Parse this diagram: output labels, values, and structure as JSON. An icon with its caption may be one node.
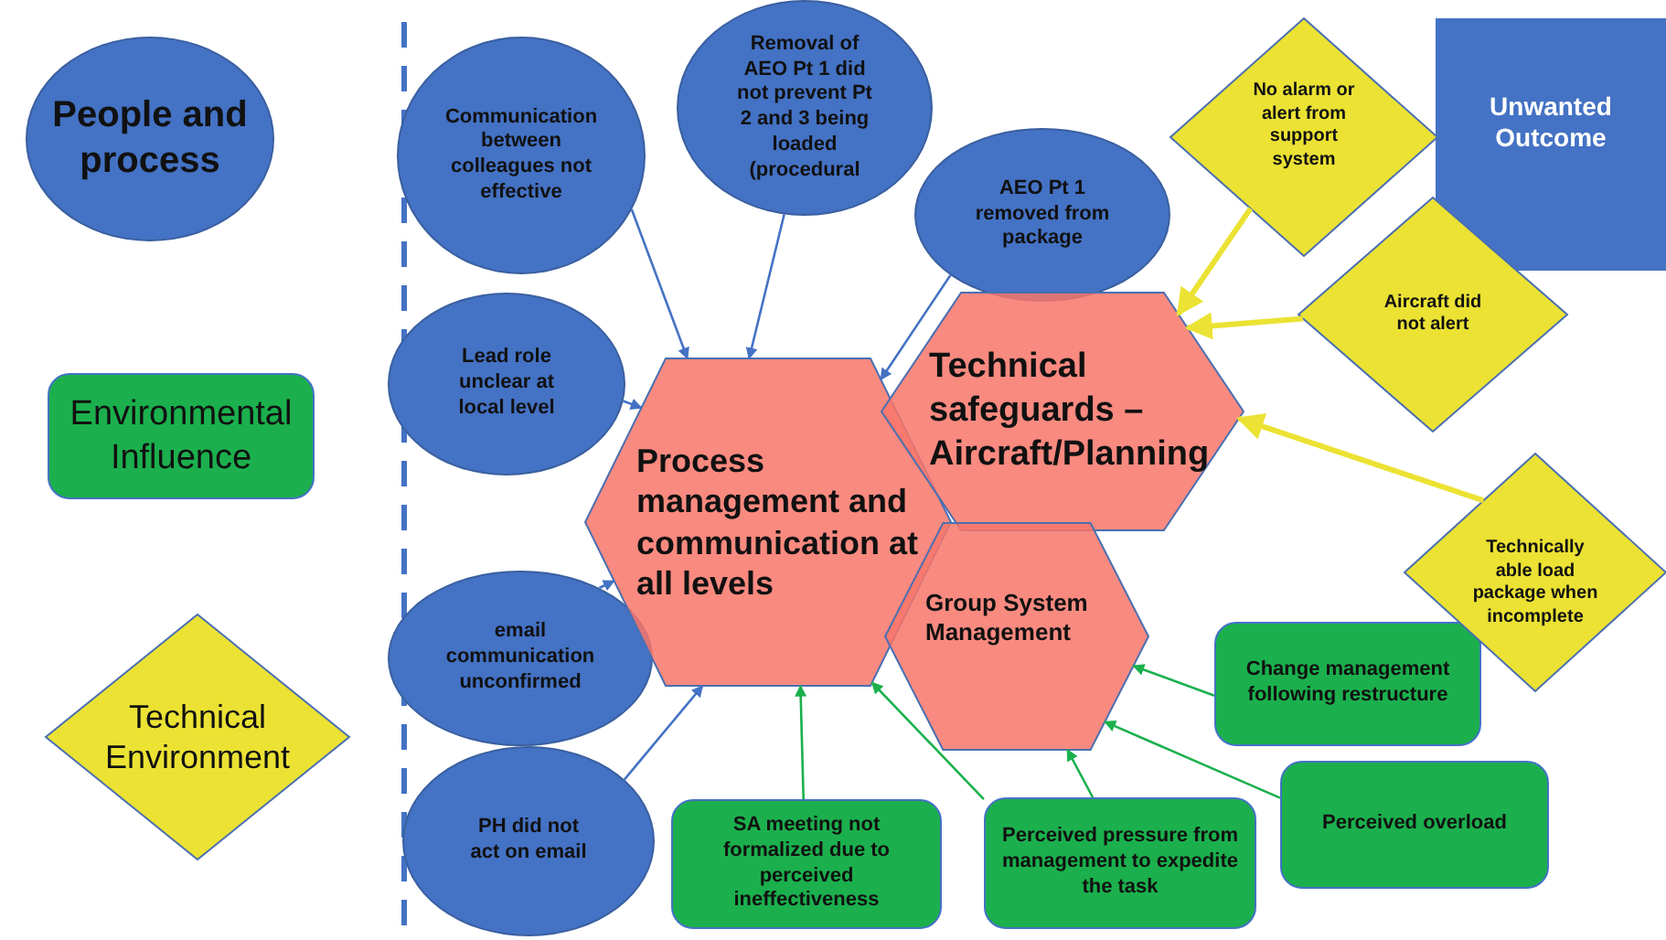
{
  "diagram": {
    "nodes": [
      {
        "text": [
          "People and process"
        ]
      },
      {
        "text": [
          "Environmental Influence"
        ]
      },
      {
        "text": [
          "Technical Environment"
        ]
      },
      {
        "text": [
          "Communication between colleagues not effective"
        ]
      },
      {
        "text": [
          "Removal of AEO Pt 1 did not prevent Pt 2 and 3 being loaded (procedural"
        ]
      },
      {
        "text": [
          "AEO Pt 1 removed from package"
        ]
      },
      {
        "text": [
          "Lead role unclear at local level"
        ]
      },
      {
        "text": [
          "email communication unconfirmed"
        ]
      },
      {
        "text": [
          "PH did not act on email"
        ]
      },
      {
        "text": [
          "Process management and communication at all levels"
        ]
      },
      {
        "text": [
          "Technical safeguards – Aircraft/Planning"
        ]
      },
      {
        "text": [
          "Group System Management"
        ]
      },
      {
        "text": [
          "No alarm or alert from support system"
        ]
      },
      {
        "text": [
          "Unwanted Outcome"
        ]
      },
      {
        "text": [
          "Aircraft did not alert"
        ]
      },
      {
        "text": [
          "Technically able load package when incomplete"
        ]
      },
      {
        "text": [
          "Change management following restructure"
        ]
      },
      {
        "text": [
          "Perceived overload"
        ]
      },
      {
        "text": [
          "SA meeting not formalized due to perceived ineffectiveness"
        ]
      },
      {
        "text": [
          "Perceived pressure from management to expedite the task"
        ]
      }
    ],
    "edges": [
      {
        "from": 3,
        "to": 9,
        "arrow": "to"
      },
      {
        "from": 4,
        "to": 9,
        "arrow": "to"
      },
      {
        "from": 5,
        "to": 9,
        "arrow": "to"
      },
      {
        "from": 6,
        "to": 9,
        "arrow": "to"
      },
      {
        "from": 7,
        "to": 9,
        "arrow": "to"
      },
      {
        "from": 8,
        "to": 9,
        "arrow": "to"
      },
      {
        "from": 12,
        "to": 10,
        "arrow": "to",
        "style": "thick",
        "color": "#ebe234"
      },
      {
        "from": 14,
        "to": 10,
        "arrow": "to",
        "style": "thick",
        "color": "#ebe234"
      },
      {
        "from": 15,
        "to": 10,
        "arrow": "to",
        "style": "thick",
        "color": "#ebe234"
      },
      {
        "from": 18,
        "to": 9,
        "arrow": "to",
        "color": "#1bb04d"
      },
      {
        "from": 19,
        "to": 9,
        "arrow": "to",
        "color": "#1bb04d"
      },
      {
        "from": 19,
        "to": 11,
        "arrow": "to",
        "color": "#1bb04d"
      },
      {
        "from": 16,
        "to": 11,
        "arrow": "to",
        "color": "#1bb04d"
      },
      {
        "from": 17,
        "to": 11,
        "arrow": "to",
        "color": "#1bb04d"
      }
    ]
  }
}
